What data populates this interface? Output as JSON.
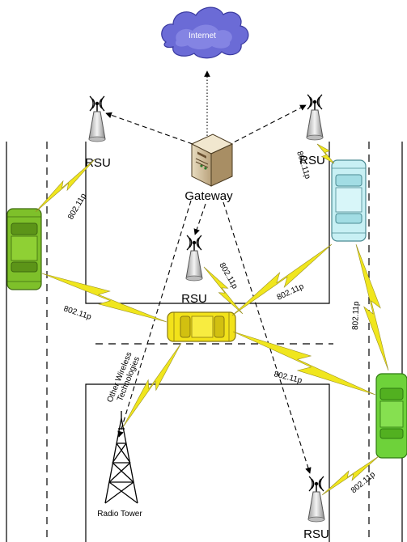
{
  "labels": {
    "internet": "Internet",
    "gateway": "Gateway",
    "rsu_top_left": "RSU",
    "rsu_top_right": "RSU",
    "rsu_center": "RSU",
    "rsu_bottom": "RSU",
    "radio_tower": "Radio Tower",
    "other_wireless_line1": "Other Wireless",
    "other_wireless_line2": "Technologies"
  },
  "links": {
    "left_car_to_rsu": "802.11p",
    "right_rsu_to_car": "802.11p",
    "center_rsu_to_car": "802.11p",
    "right_car_to_yellow": "802.11p",
    "left_car_to_yellow": "802.11p",
    "cyan_to_green": "802.11p",
    "yellow_to_green": "802.11p",
    "green_to_rsu_bottom": "802.11p"
  },
  "colors": {
    "cloud": "#6b6bd6",
    "car_green": "#7ec02a",
    "car_cyan": "#c8f0f4",
    "car_yellow": "#f2e21a",
    "car_bright_green": "#6ed23a",
    "lightning": "#f0e61e",
    "road_line": "#000000"
  },
  "icons": {
    "cloud": "cloud-icon",
    "gateway": "server-icon",
    "rsu": "antenna-icon",
    "tower": "radio-tower-icon",
    "car": "car-icon",
    "link": "lightning-icon"
  }
}
